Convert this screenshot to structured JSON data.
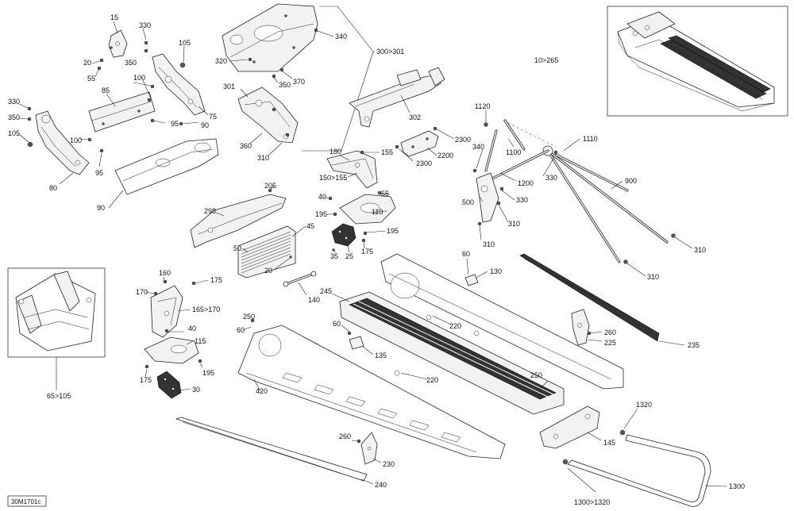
{
  "reference_code": "30M1701c",
  "callouts": {
    "c15": "15",
    "c330a": "330",
    "c105a": "105",
    "c20a": "20",
    "c55a": "55",
    "c350a": "350",
    "c100a": "100",
    "c85": "85",
    "c330b": "330",
    "c350b": "350",
    "c105b": "105",
    "c100b": "100",
    "c95a": "95",
    "c95b": "95",
    "c80": "80",
    "c90a": "90",
    "c75": "75",
    "c90b": "90",
    "c340a": "340",
    "c320": "320",
    "c300_301": "300>301",
    "c350c": "350",
    "c370": "370",
    "c301": "301",
    "c360": "360",
    "c310a": "310",
    "c302": "302",
    "c2300a": "2300",
    "c2300b": "2300",
    "c2200": "2200",
    "c10_265": "10>265",
    "c180": "180",
    "c155": "155",
    "c150_155": "150>155",
    "c40a": "40",
    "c55b": "55",
    "c195a": "195",
    "c110": "110",
    "c195b": "195",
    "c35": "35",
    "c25": "25",
    "c175a": "175",
    "c205": "205",
    "c298": "298",
    "c45": "45",
    "c50": "50",
    "c20b": "20",
    "c1120": "1120",
    "c340b": "340",
    "c1100": "1100",
    "c1110": "1110",
    "c330c": "330",
    "c1200": "1200",
    "c500": "500",
    "c330d": "330",
    "c310b": "310",
    "c310c": "310",
    "c900": "900",
    "c310d": "310",
    "c310e": "310",
    "c160": "160",
    "c170": "170",
    "c175b": "175",
    "c165_170": "165>170",
    "c140": "140",
    "c245": "245",
    "c60a": "60",
    "c130": "130",
    "c220a": "220",
    "c250a": "250",
    "c60b": "60",
    "c40b": "40",
    "c115": "115",
    "c195c": "195",
    "c175c": "175",
    "c30": "30",
    "c60c": "60",
    "c135": "135",
    "c220b": "220",
    "c420": "420",
    "c250b": "250",
    "c260a": "260",
    "c225": "225",
    "c235": "235",
    "c65_105": "65>105",
    "c145": "145",
    "c1320a": "1320",
    "c260b": "260",
    "c230": "230",
    "c240": "240",
    "c1300": "1300",
    "c1300_1320": "1300>1320"
  }
}
